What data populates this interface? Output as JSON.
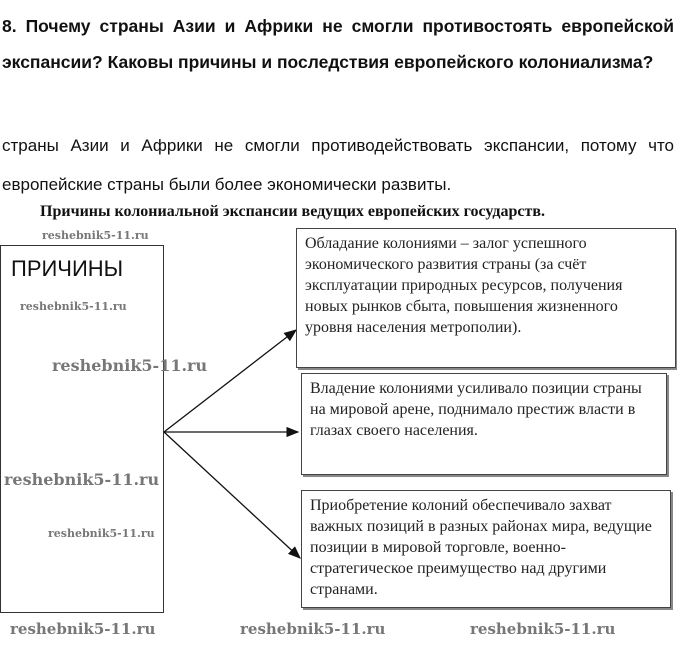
{
  "question": "8. Почему страны Азии и Африки не смогли противостоять европейской экспансии? Каковы причины и последствия европейского колониализма?",
  "answer": "страны Азии и Африки не смогли противодействовать экспансии, потому что европейские страны были более экономически развиты.",
  "diagram": {
    "title": "Причины колониальной экспансии ведущих европейских государств.",
    "left_label": "ПРИЧИНЫ",
    "boxes": [
      "Обладание колониями – залог успешного экономического развития страны (за счёт эксплуатации природных ресурсов, получения новых рынков сбыта, повышения жизненного уровня населения метрополии).",
      "Владение колониями усиливало позиции страны на мировой арене, поднимало престиж власти в глазах своего населения.",
      "Приобретение колоний обеспечивало захват важных позиций в разных районах мира, ведущие позиции в мировой торговле, военно-стратегическое преимущество над другими странами."
    ]
  },
  "watermark": "reshebnik5-11.ru"
}
